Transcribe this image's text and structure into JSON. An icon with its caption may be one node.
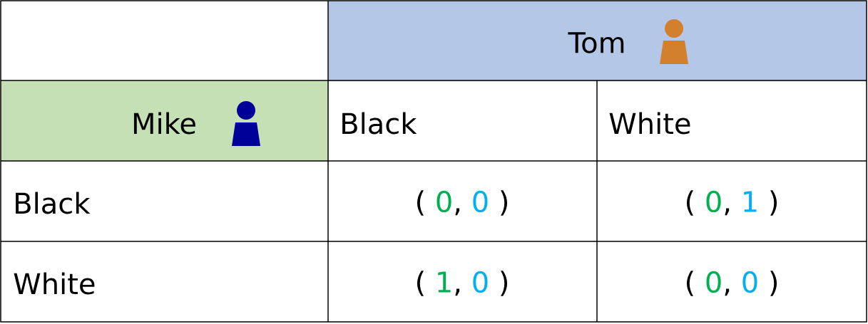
{
  "diagram": {
    "labels": [
      "Tom",
      "Mike",
      "Black",
      "White",
      "Black",
      "(",
      "0",
      ",",
      "0",
      ")",
      "(",
      "0",
      ",",
      "1",
      ")",
      "White",
      "(",
      "1",
      ",",
      "0",
      ")",
      "(",
      "0",
      ",",
      "0",
      ")"
    ]
  }
}
